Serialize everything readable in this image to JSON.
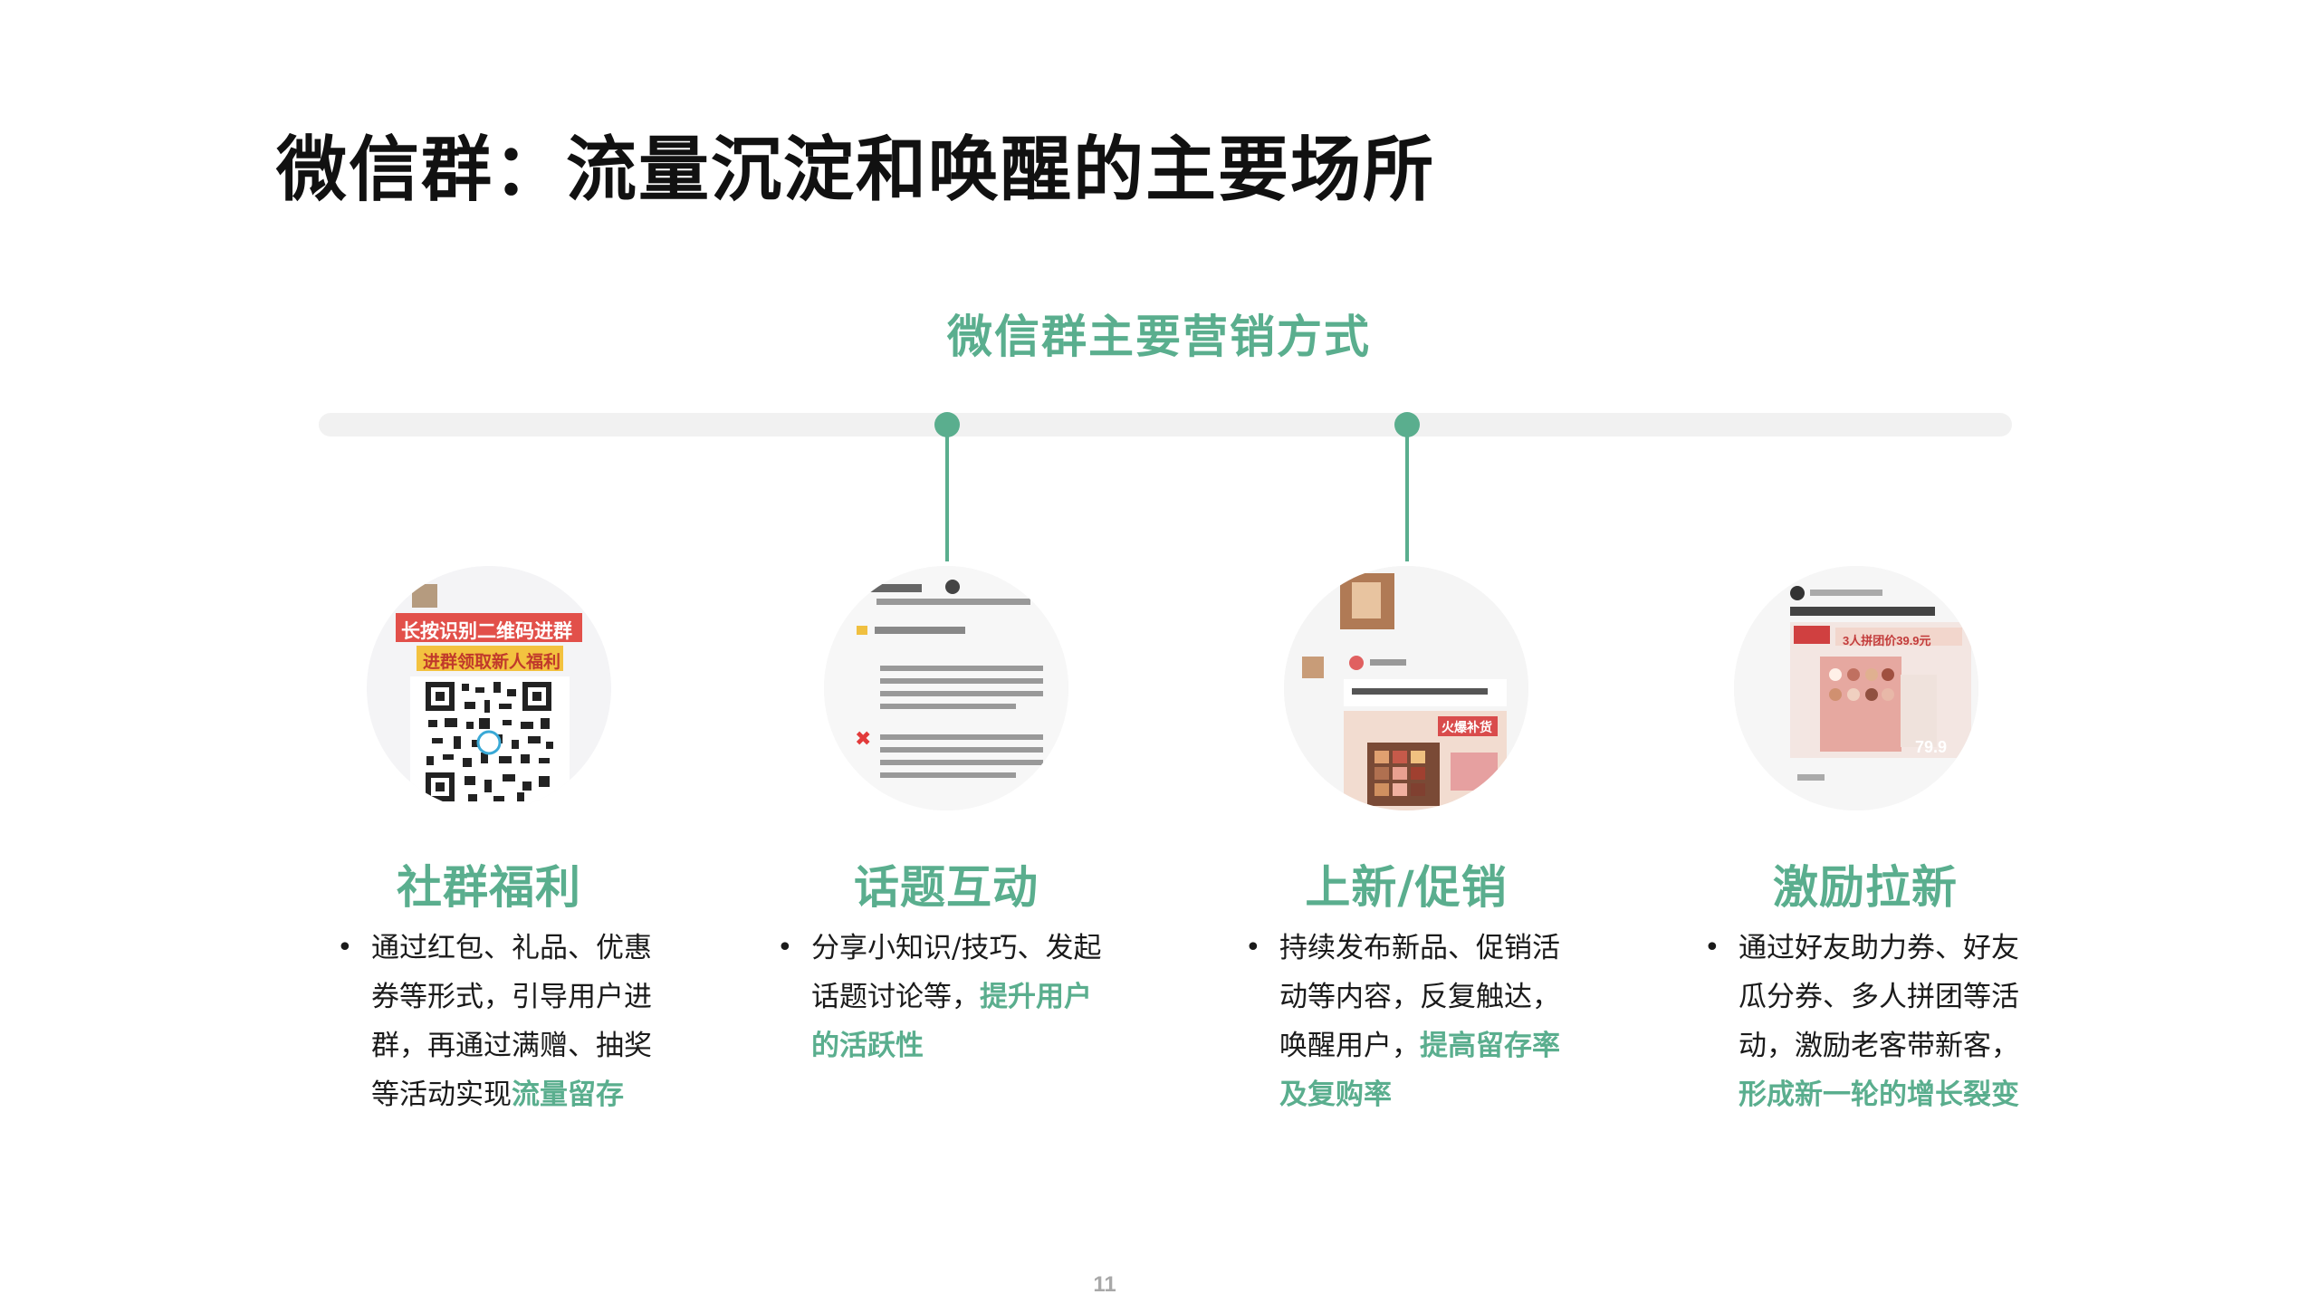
{
  "title": "微信群：流量沉淀和唤醒的主要场所",
  "subtitle": "微信群主要营销方式",
  "page_number": "11",
  "colors": {
    "accent": "#5aae8e",
    "timeline": "#f1f1f1"
  },
  "columns": [
    {
      "title": "社群福利",
      "text_pre": "通过红包、礼品、优惠券等形式，引导用户进群，再通过满赠、抽奖等活动实现",
      "text_hl": "流量留存",
      "image": {
        "banner1": "长按识别二维码进群",
        "banner2": "进群领取新人福利"
      }
    },
    {
      "title": "话题互动",
      "text_pre": "分享小知识/技巧、发起话题讨论等，",
      "text_hl": "提升用户的活跃性"
    },
    {
      "title": "上新/促销",
      "text_pre": "持续发布新品、促销活动等内容，反复触达，唤醒用户，",
      "text_hl": "提高留存率及复购率",
      "image": {
        "tag": "火爆补货"
      }
    },
    {
      "title": "激励拉新",
      "text_pre": "通过好友助力券、好友瓜分券、多人拼团等活动，激励老客带新客，",
      "text_hl": "形成新一轮的增长裂变",
      "image": {
        "deal": "3人拼团价39.9元",
        "price": "79.9"
      }
    }
  ]
}
